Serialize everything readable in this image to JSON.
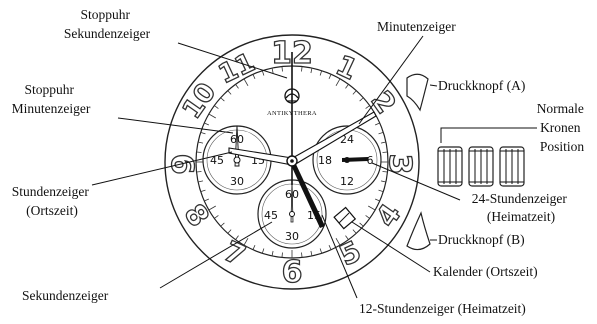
{
  "labels": {
    "stoppuhr_sekundenzeiger": [
      "Stoppuhr",
      "Sekundenzeiger"
    ],
    "stoppuhr_minutenzeiger": [
      "Stoppuhr",
      "Minutenzeiger"
    ],
    "stundenzeiger_ortszeit": [
      "Stundenzeiger",
      "(Ortszeit)"
    ],
    "sekundenzeiger": "Sekundenzeiger",
    "minutenzeiger": "Minutenzeiger",
    "druckknopf_a": "Druckknopf (A)",
    "normale_kronen_position": [
      "Normale",
      "Kronen",
      "Position"
    ],
    "stundenzeiger_24_heimatzeit": [
      "24-Stundenzeiger",
      "(Heimatzeit)"
    ],
    "druckknopf_b": "Druckknopf (B)",
    "kalender_ortszeit": "Kalender (Ortszeit)",
    "stundenzeiger_12_heimatzeit": "12-Stundenzeiger (Heimatzeit)"
  },
  "dial": {
    "brand": "ANTIKYTHERA",
    "hour_numerals": [
      "12",
      "1",
      "2",
      "3",
      "4",
      "5",
      "6",
      "7",
      "8",
      "9",
      "10",
      "11"
    ],
    "left_subdial": [
      "60",
      "15",
      "30",
      "45"
    ],
    "right_subdial": [
      "24",
      "6",
      "12",
      "18"
    ],
    "bottom_subdial": [
      "60",
      "15",
      "30",
      "45"
    ]
  },
  "icons": {
    "logo": "antikythera-logo-icon"
  }
}
